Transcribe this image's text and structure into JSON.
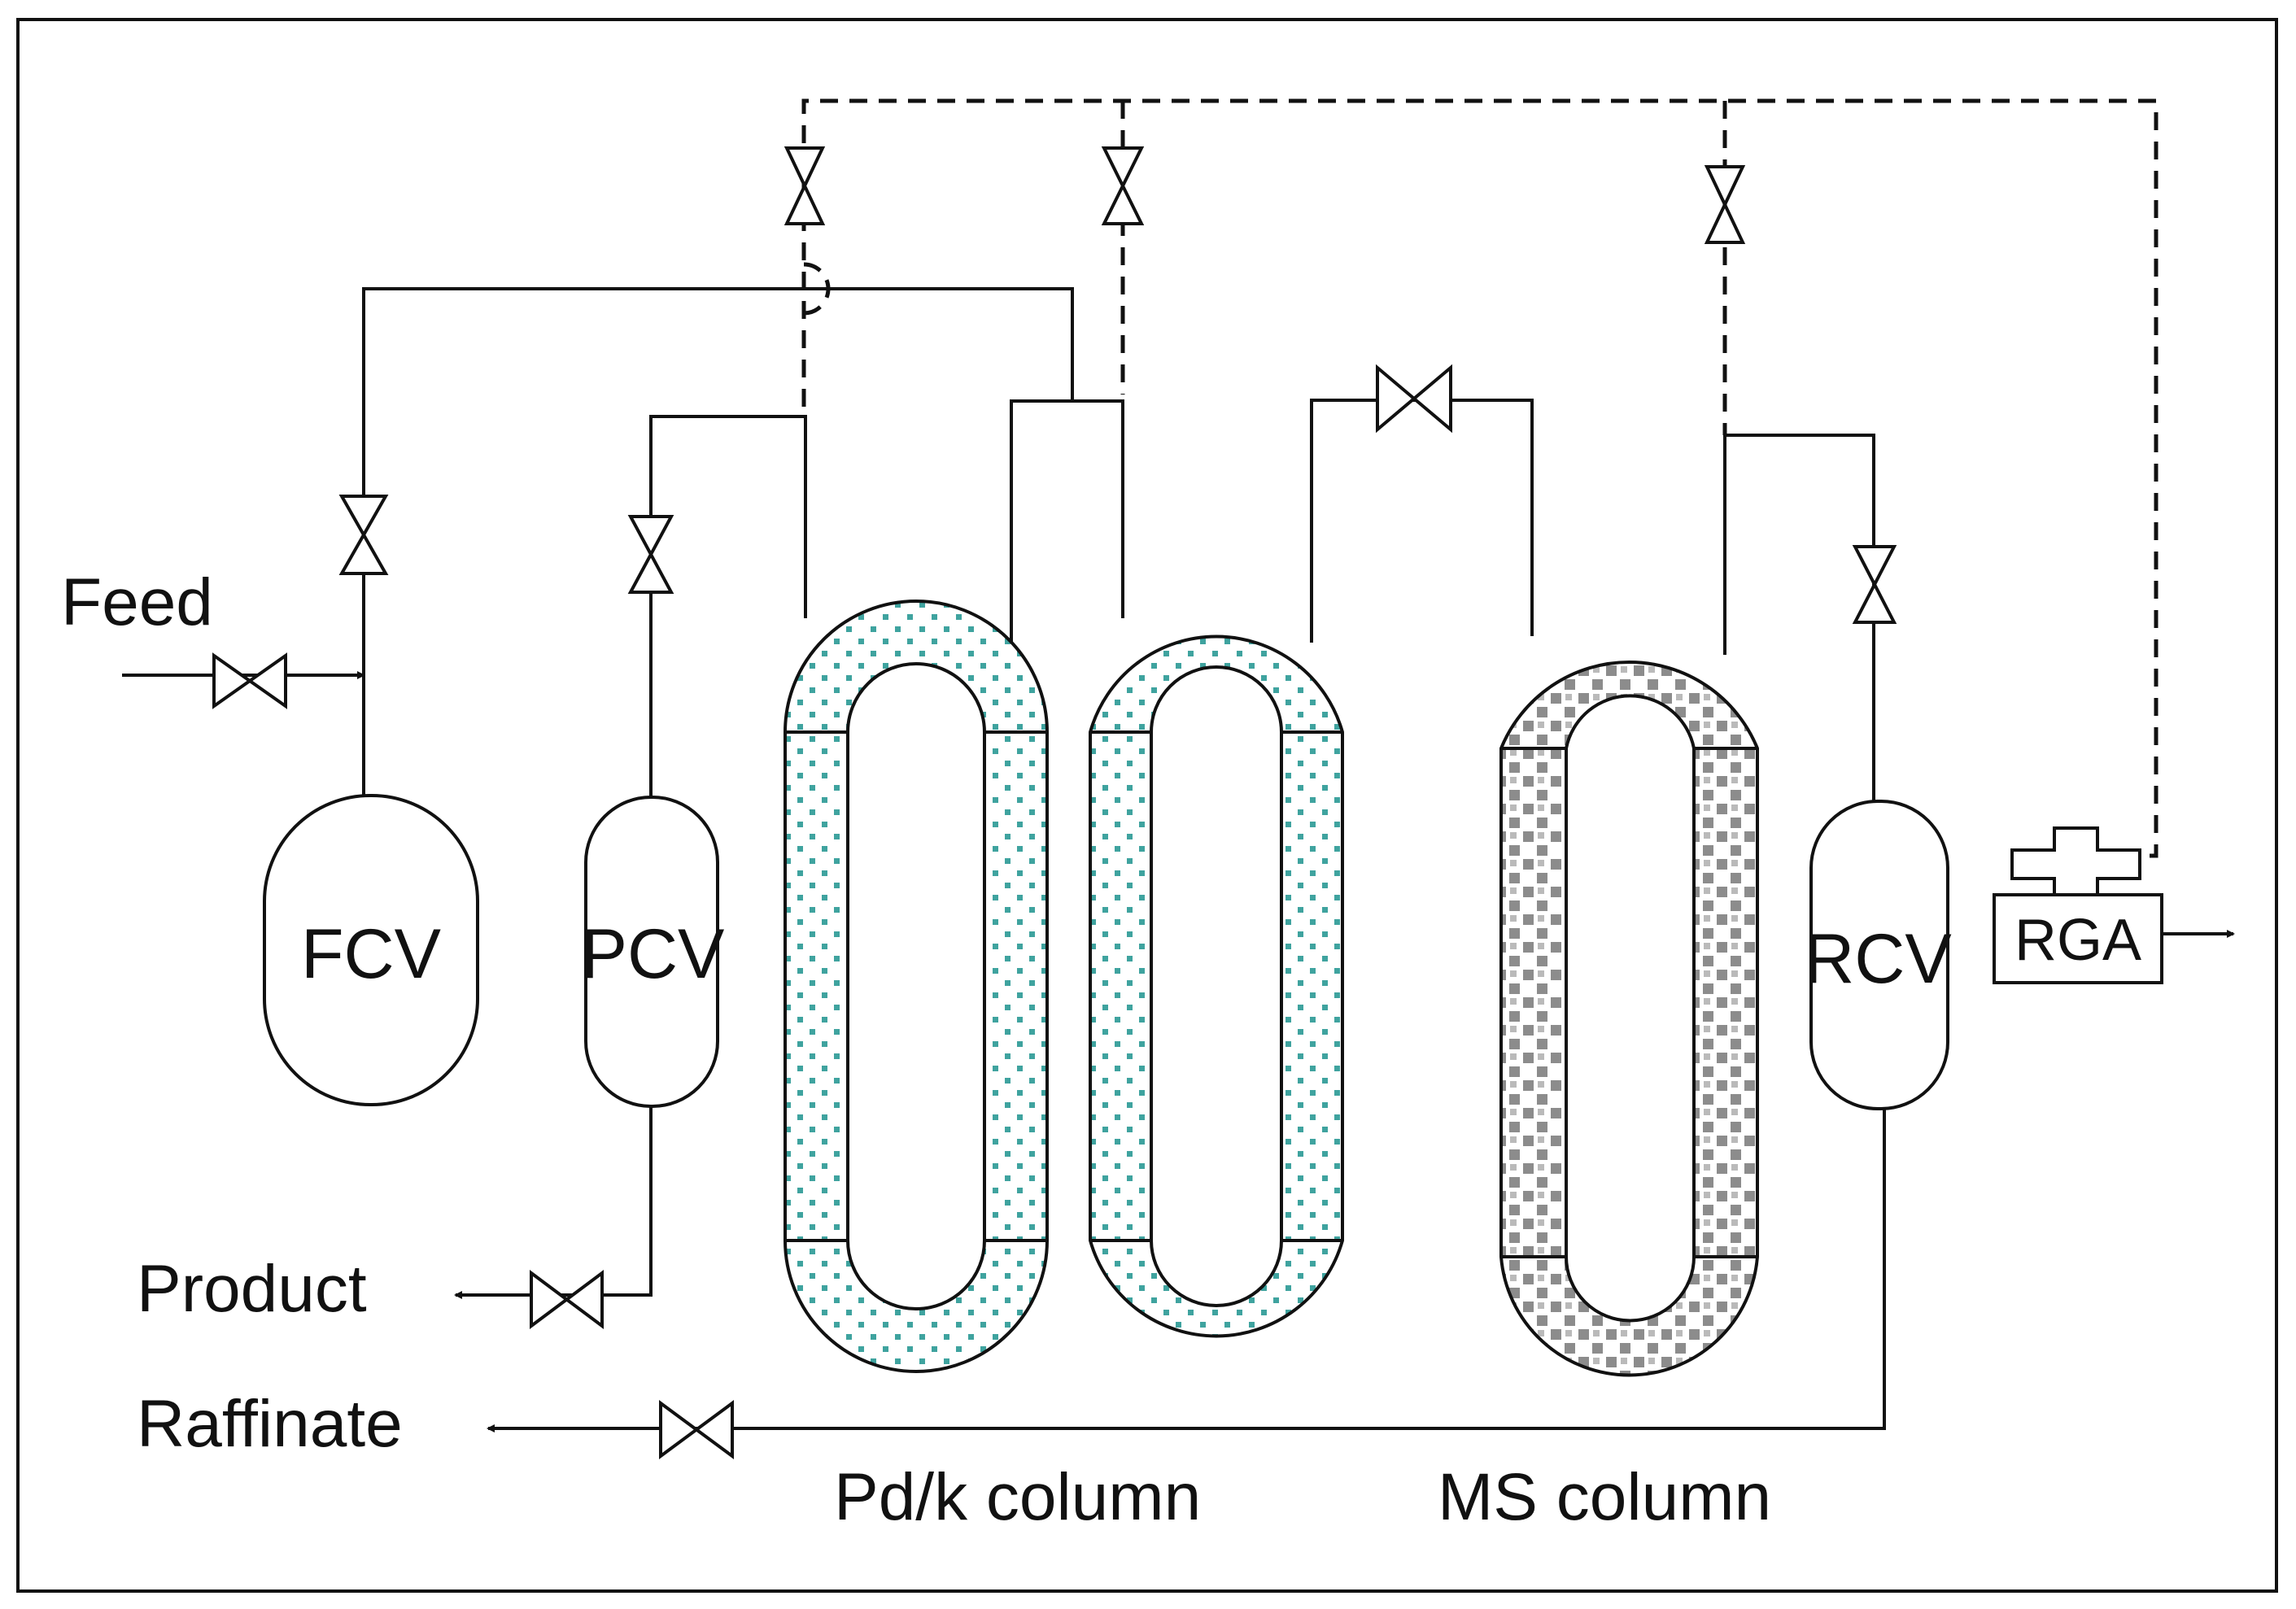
{
  "labels": {
    "feed": "Feed",
    "product": "Product",
    "raffinate": "Raffinate",
    "pdk_column": "Pd/k column",
    "ms_column": "MS column",
    "fcv": "FCV",
    "pcv": "PCV",
    "rcv": "RCV",
    "rga": "RGA"
  },
  "colors": {
    "pdk_packing_dot": "#3fa39f",
    "ms_packing_square": "#8c8c8c",
    "line": "#111111",
    "background": "#ffffff"
  },
  "icons": {
    "valve": "bowtie-valve-icon",
    "arrow": "flow-arrow-icon",
    "pressure_gauge": "plus-gauge-icon"
  }
}
